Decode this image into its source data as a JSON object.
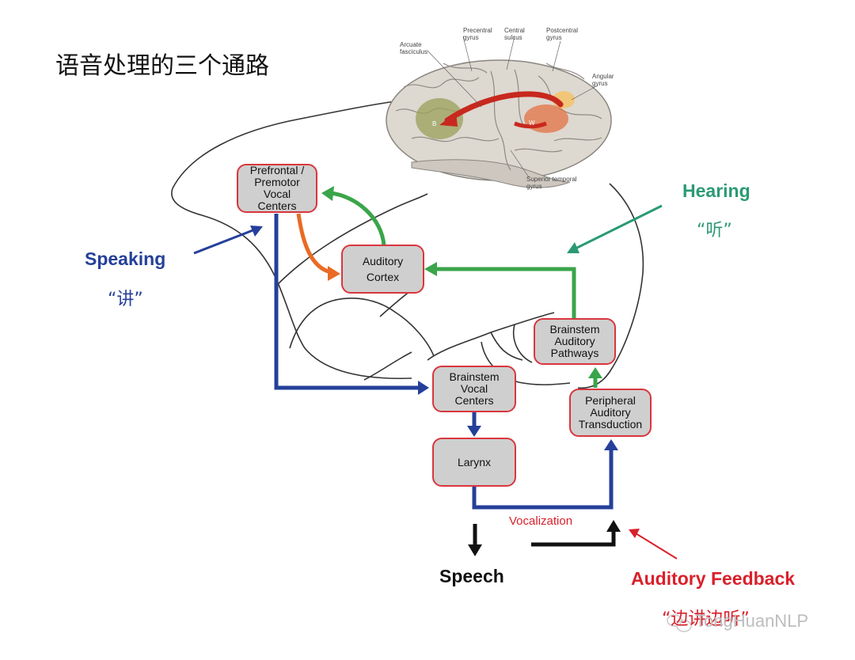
{
  "title": "语音处理的三个通路",
  "brain_labels": {
    "precentral": "Precentral gyrus",
    "central": "Central sulcus",
    "postcentral": "Postcentral gyrus",
    "arcuate": "Arcuate fasciculus",
    "angular": "Angular gyrus",
    "superior_temporal": "Superior temporal gyrus",
    "b": "B",
    "w": "W"
  },
  "boxes": {
    "prefrontal": "Prefrontal / Premotor Vocal Centers",
    "auditory_cortex": "Auditory Cortex",
    "brainstem_auditory": "Brainstem Auditory Pathways",
    "brainstem_vocal": "Brainstem Vocal Centers",
    "peripheral": "Peripheral Auditory Transduction",
    "larynx": "Larynx"
  },
  "labels": {
    "speaking": "Speaking",
    "speaking_cn": "“讲”",
    "hearing": "Hearing",
    "hearing_cn": "“听”",
    "vocalization": "Vocalization",
    "speech": "Speech",
    "auditory_feedback": "Auditory Feedback",
    "feedback_cn": "“边讲边听”",
    "watermark": "TongHuanNLP"
  },
  "colors": {
    "blue": "#25409a",
    "green": "#3aa54a",
    "orange": "#ea6b25",
    "red": "#d9202b",
    "hearing": "#2b9a73",
    "box_fill": "#cfcfcf",
    "box_border": "#d9363e"
  }
}
